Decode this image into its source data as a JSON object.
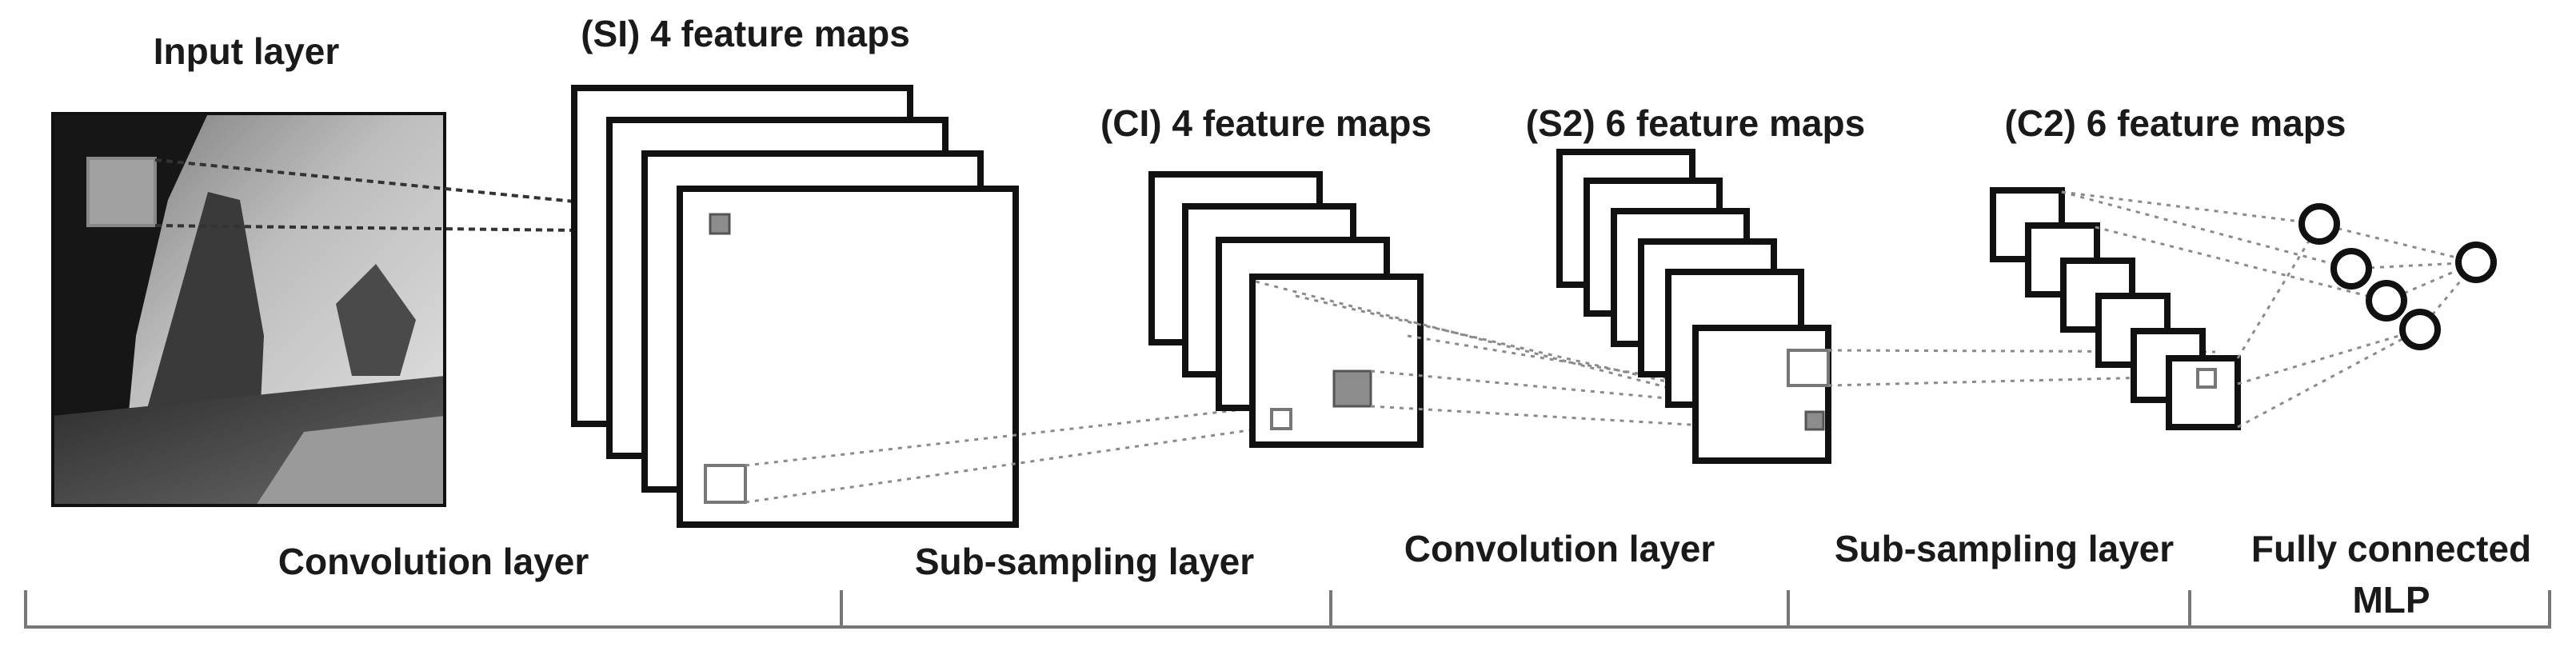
{
  "labels": {
    "input_layer": "Input layer",
    "s1_maps": "(SI) 4 feature maps",
    "c1_maps": "(CI) 4 feature maps",
    "s2_maps": "(S2) 6 feature maps",
    "c2_maps": "(C2) 6 feature maps"
  },
  "stages": [
    {
      "label": "Convolution layer"
    },
    {
      "label": "Sub-sampling layer"
    },
    {
      "label": "Convolution layer"
    },
    {
      "label": "Sub-sampling layer"
    },
    {
      "label_line1": "Fully connected",
      "label_line2": "MLP"
    }
  ]
}
